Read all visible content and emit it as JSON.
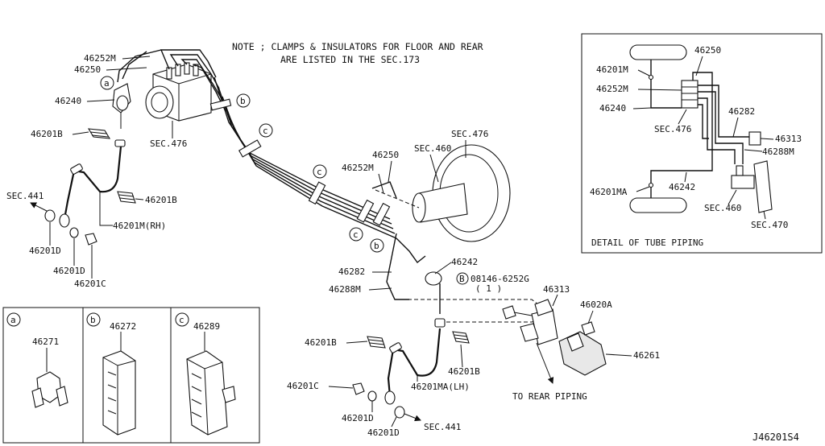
{
  "note": {
    "line1": "NOTE ; CLAMPS & INSULATORS FOR FLOOR AND REAR",
    "line2": "ARE LISTED IN THE SEC.173"
  },
  "diagram_id": "J46201S4",
  "callouts": {
    "p46252M_top": "46252M",
    "p46250_top": "46250",
    "p46240": "46240",
    "p46201B_1": "46201B",
    "sec441_left": "SEC.441",
    "p46201B_2": "46201B",
    "p46201M_rh": "46201M(RH)",
    "p46201D_1": "46201D",
    "p46201D_2": "46201D",
    "p46201C_1": "46201C",
    "sec476_abs": "SEC.476",
    "sec476_master": "SEC.476",
    "sec460": "SEC.460",
    "p46250_mid": "46250",
    "p46252M_mid": "46252M",
    "p46282": "46282",
    "p46288M": "46288M",
    "p46242": "46242",
    "bolt_08146": "08146-6252G",
    "bolt_qty": "( 1 )",
    "p46313": "46313",
    "p46020A": "46020A",
    "p46261": "46261",
    "to_rear": "TO REAR PIPING",
    "p46201B_3": "46201B",
    "p46201B_4": "46201B",
    "p46201C_2": "46201C",
    "p46201MA_lh": "46201MA(LH)",
    "p46201D_3": "46201D",
    "p46201D_4": "46201D",
    "sec441_right": "SEC.441"
  },
  "markers": {
    "a": "a",
    "b": "b",
    "c": "c",
    "B": "B"
  },
  "inset_parts": [
    {
      "marker": "a",
      "part_no": "46271"
    },
    {
      "marker": "b",
      "part_no": "46272"
    },
    {
      "marker": "c",
      "part_no": "46289"
    }
  ],
  "detail": {
    "title": "DETAIL OF TUBE PIPING",
    "p46250": "46250",
    "p46201M": "46201M",
    "p46252M": "46252M",
    "p46240": "46240",
    "p46282": "46282",
    "sec476": "SEC.476",
    "p46313": "46313",
    "p46288M": "46288M",
    "p46201MA": "46201MA",
    "p46242": "46242",
    "sec460": "SEC.460",
    "sec470": "SEC.470"
  }
}
